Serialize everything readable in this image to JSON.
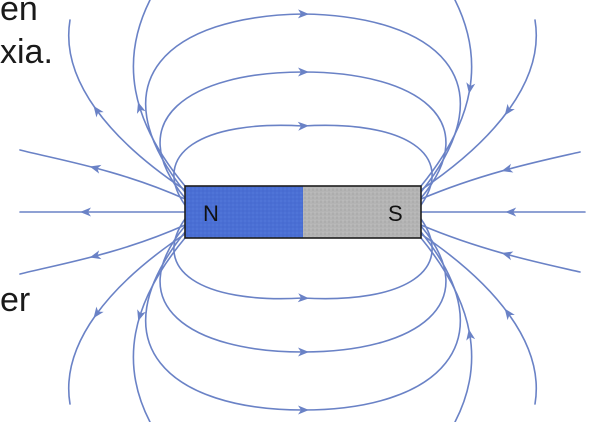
{
  "text_fragments": {
    "line_1": "en",
    "line_2": "xia.",
    "line_3": "er"
  },
  "magnet": {
    "north_label": "N",
    "south_label": "S",
    "north_color": "#4a6fd4",
    "south_color": "#b4b4b4"
  },
  "field_line_color": "#6a82c6"
}
